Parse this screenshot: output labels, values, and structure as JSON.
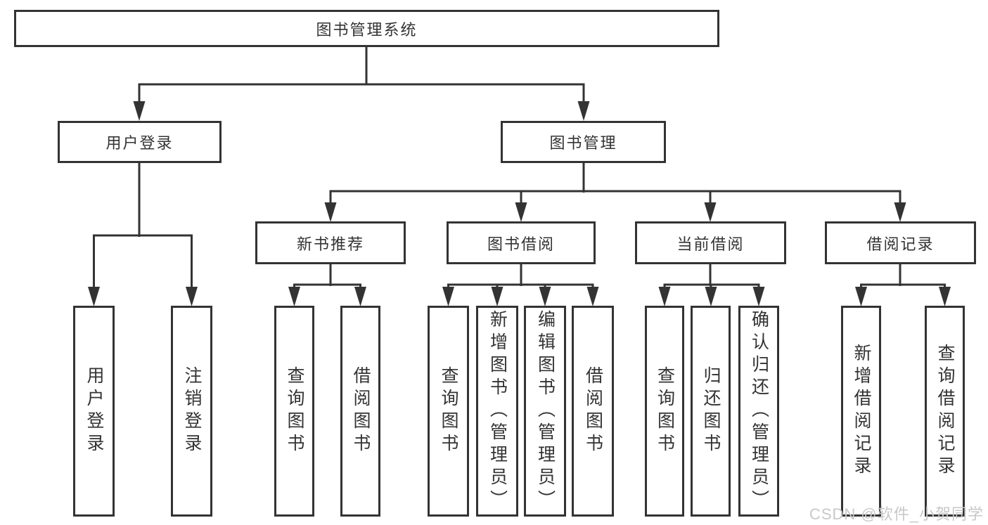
{
  "diagram": {
    "root": {
      "label": "图书管理系统"
    },
    "branches": [
      {
        "label": "用户登录",
        "children": [
          {
            "label": "用户登录"
          },
          {
            "label": "注销登录"
          }
        ]
      },
      {
        "label": "图书管理",
        "children": [
          {
            "label": "新书推荐",
            "children": [
              {
                "label": "查询图书"
              },
              {
                "label": "借阅图书"
              }
            ]
          },
          {
            "label": "图书借阅",
            "children": [
              {
                "label": "查询图书"
              },
              {
                "label": "新增图书（管理员）"
              },
              {
                "label": "编辑图书（管理员）"
              },
              {
                "label": "借阅图书"
              }
            ]
          },
          {
            "label": "当前借阅",
            "children": [
              {
                "label": "查询图书"
              },
              {
                "label": "归还图书"
              },
              {
                "label": "确认归还（管理员）"
              }
            ]
          },
          {
            "label": "借阅记录",
            "children": [
              {
                "label": "新增借阅记录"
              },
              {
                "label": "查询借阅记录"
              }
            ]
          }
        ]
      }
    ]
  },
  "watermark": {
    "text": "CSDN @软件_小贺同学",
    "color": "#c8c8c8"
  },
  "colors": {
    "line": "#333333",
    "border": "#333333",
    "text": "#333333",
    "background": "#ffffff"
  }
}
